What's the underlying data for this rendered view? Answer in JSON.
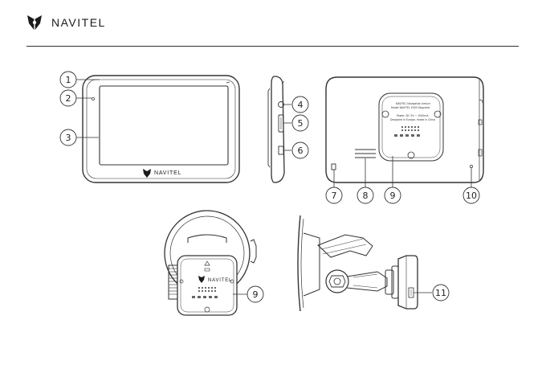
{
  "brand": {
    "name": "NAVITEL"
  },
  "device_front": {
    "brand_label": "NAVITEL"
  },
  "mount_back": {
    "brand_label": "NAVITEL"
  },
  "back_label": {
    "line1": "NAVITEL Navigation device",
    "line2": "Model NAVITEL E505 Magnetic",
    "line3": "Power: DC 5V ⎓ 1000mA",
    "line4": "Designed in Europe, made in China"
  },
  "callouts": [
    "1",
    "2",
    "3",
    "4",
    "5",
    "6",
    "7",
    "8",
    "9",
    "10",
    "9",
    "11"
  ]
}
